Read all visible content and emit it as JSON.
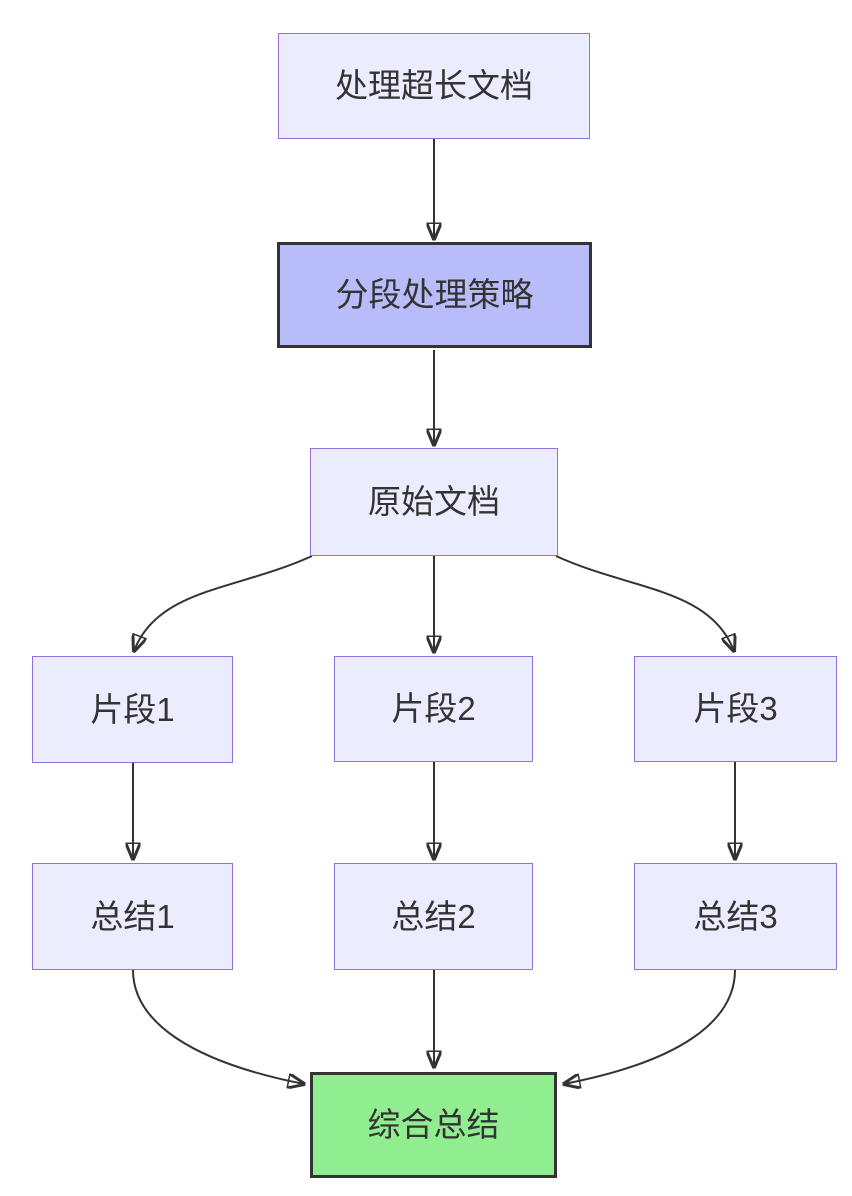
{
  "diagram": {
    "type": "flowchart",
    "direction": "top-down",
    "nodes": [
      {
        "id": "A",
        "label": "处理超长文档",
        "kind": "default"
      },
      {
        "id": "B",
        "label": "分段处理策略",
        "kind": "highlight"
      },
      {
        "id": "C",
        "label": "原始文档",
        "kind": "default"
      },
      {
        "id": "D1",
        "label": "片段1",
        "kind": "default"
      },
      {
        "id": "D2",
        "label": "片段2",
        "kind": "default"
      },
      {
        "id": "D3",
        "label": "片段3",
        "kind": "default"
      },
      {
        "id": "E1",
        "label": "总结1",
        "kind": "default"
      },
      {
        "id": "E2",
        "label": "总结2",
        "kind": "default"
      },
      {
        "id": "E3",
        "label": "总结3",
        "kind": "default"
      },
      {
        "id": "F",
        "label": "综合总结",
        "kind": "result"
      }
    ],
    "edges": [
      {
        "from": "处理超长文档",
        "to": "分段处理策略"
      },
      {
        "from": "分段处理策略",
        "to": "原始文档"
      },
      {
        "from": "原始文档",
        "to": "片段1"
      },
      {
        "from": "原始文档",
        "to": "片段2"
      },
      {
        "from": "原始文档",
        "to": "片段3"
      },
      {
        "from": "片段1",
        "to": "总结1"
      },
      {
        "from": "片段2",
        "to": "总结2"
      },
      {
        "from": "片段3",
        "to": "总结3"
      },
      {
        "from": "总结1",
        "to": "综合总结"
      },
      {
        "from": "总结2",
        "to": "综合总结"
      },
      {
        "from": "总结3",
        "to": "综合总结"
      }
    ],
    "colors": {
      "node_fill": "#ECECFF",
      "node_border": "#9370DB",
      "highlight_fill": "#b8bcf8",
      "result_fill": "#90EE90",
      "emphasis_border": "#333333",
      "edge_stroke": "#333333",
      "text": "#333333",
      "background": "#ffffff"
    }
  }
}
